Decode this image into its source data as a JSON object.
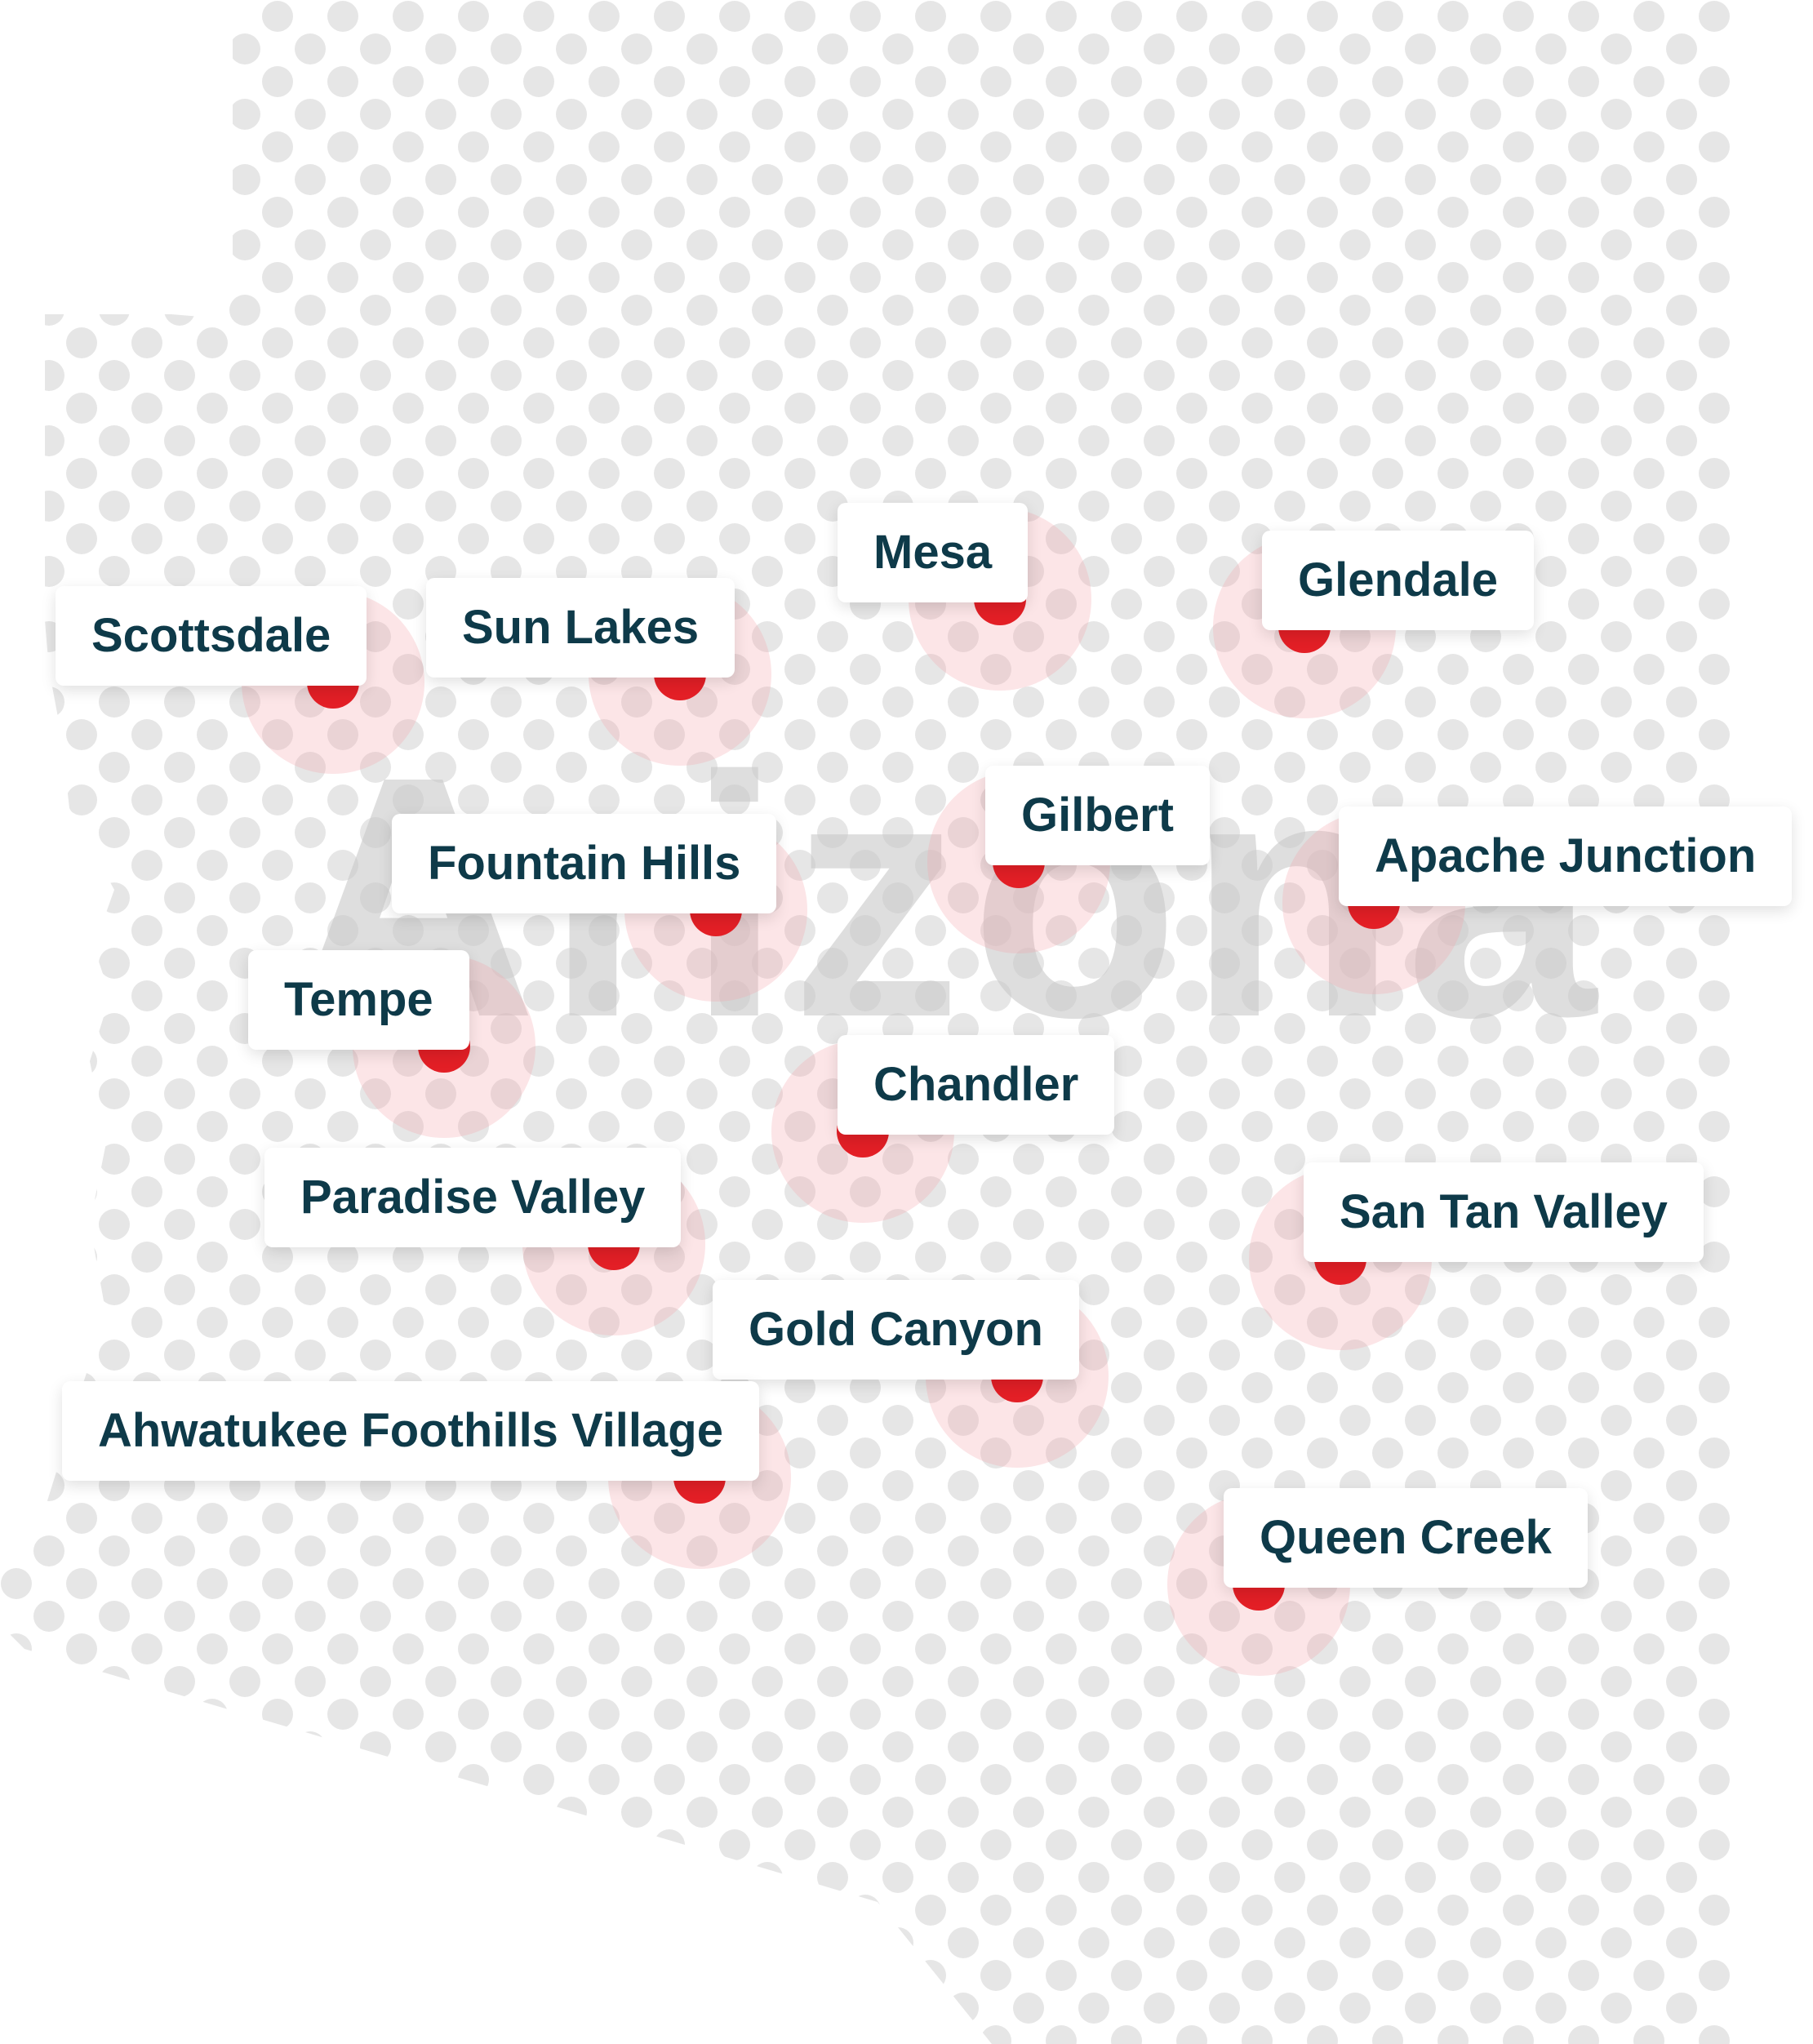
{
  "map": {
    "state_name": "Arizona",
    "colors": {
      "pin": "#e31f26",
      "halo": "#f5a0a8",
      "label_text": "#0e3a49",
      "label_bg": "#ffffff",
      "dot": "#e6e6e6"
    },
    "icon": "map-pin-icon",
    "cities": [
      {
        "id": "scottsdale",
        "name": "Scottsdale"
      },
      {
        "id": "sun-lakes",
        "name": "Sun Lakes"
      },
      {
        "id": "mesa",
        "name": "Mesa"
      },
      {
        "id": "glendale",
        "name": "Glendale"
      },
      {
        "id": "fountain-hills",
        "name": "Fountain Hills"
      },
      {
        "id": "gilbert",
        "name": "Gilbert"
      },
      {
        "id": "apache-junction",
        "name": "Apache Junction"
      },
      {
        "id": "tempe",
        "name": "Tempe"
      },
      {
        "id": "chandler",
        "name": "Chandler"
      },
      {
        "id": "paradise-valley",
        "name": "Paradise Valley"
      },
      {
        "id": "san-tan-valley",
        "name": "San Tan Valley"
      },
      {
        "id": "gold-canyon",
        "name": "Gold Canyon"
      },
      {
        "id": "ahwatukee-foothills-village",
        "name": "Ahwatukee Foothills Village"
      },
      {
        "id": "queen-creek",
        "name": "Queen Creek"
      }
    ]
  }
}
